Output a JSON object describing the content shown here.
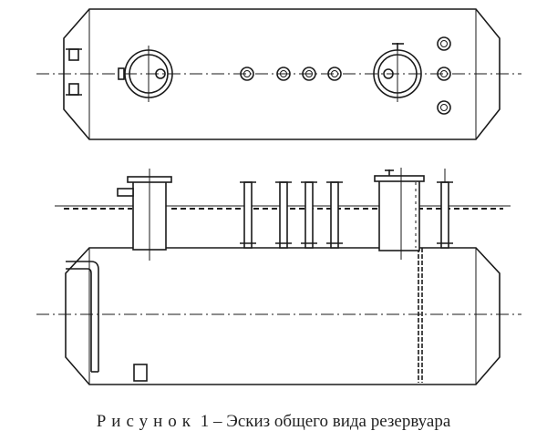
{
  "caption": {
    "lead": "Рисунок",
    "number": "1",
    "text": "– Эскиз общего вида резервуара"
  }
}
